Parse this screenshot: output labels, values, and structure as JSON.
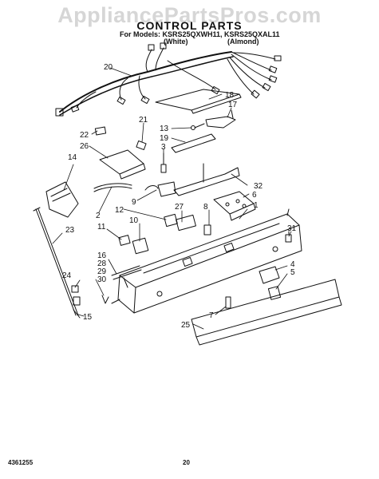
{
  "watermark": "AppliancePartsPros.com",
  "title": "CONTROL PARTS",
  "models_line": "For Models: KSRS25QXWH11, KSRS25QXAL11",
  "variant_white": "(White)",
  "variant_almond": "(Almond)",
  "footer_left": "4361255",
  "footer_page": "20",
  "callouts": [
    {
      "id": "c20",
      "label": "20"
    },
    {
      "id": "c18",
      "label": "18"
    },
    {
      "id": "c17",
      "label": "17"
    },
    {
      "id": "c21",
      "label": "21"
    },
    {
      "id": "c13",
      "label": "13"
    },
    {
      "id": "c19",
      "label": "19"
    },
    {
      "id": "c22",
      "label": "22"
    },
    {
      "id": "c26",
      "label": "26"
    },
    {
      "id": "c3",
      "label": "3"
    },
    {
      "id": "c14",
      "label": "14"
    },
    {
      "id": "c32",
      "label": "32"
    },
    {
      "id": "c6",
      "label": "6"
    },
    {
      "id": "c9",
      "label": "9"
    },
    {
      "id": "c12",
      "label": "12"
    },
    {
      "id": "c2",
      "label": "2"
    },
    {
      "id": "c10",
      "label": "10"
    },
    {
      "id": "c27",
      "label": "27"
    },
    {
      "id": "c8",
      "label": "8"
    },
    {
      "id": "c1",
      "label": "1"
    },
    {
      "id": "c11",
      "label": "11"
    },
    {
      "id": "c23",
      "label": "23"
    },
    {
      "id": "c31",
      "label": "31"
    },
    {
      "id": "c16",
      "label": "16"
    },
    {
      "id": "c28",
      "label": "28"
    },
    {
      "id": "c24",
      "label": "24"
    },
    {
      "id": "c29",
      "label": "29"
    },
    {
      "id": "c30",
      "label": "30"
    },
    {
      "id": "c4",
      "label": "4"
    },
    {
      "id": "c5",
      "label": "5"
    },
    {
      "id": "c15",
      "label": "15"
    },
    {
      "id": "c7",
      "label": "7"
    },
    {
      "id": "c25",
      "label": "25"
    }
  ]
}
